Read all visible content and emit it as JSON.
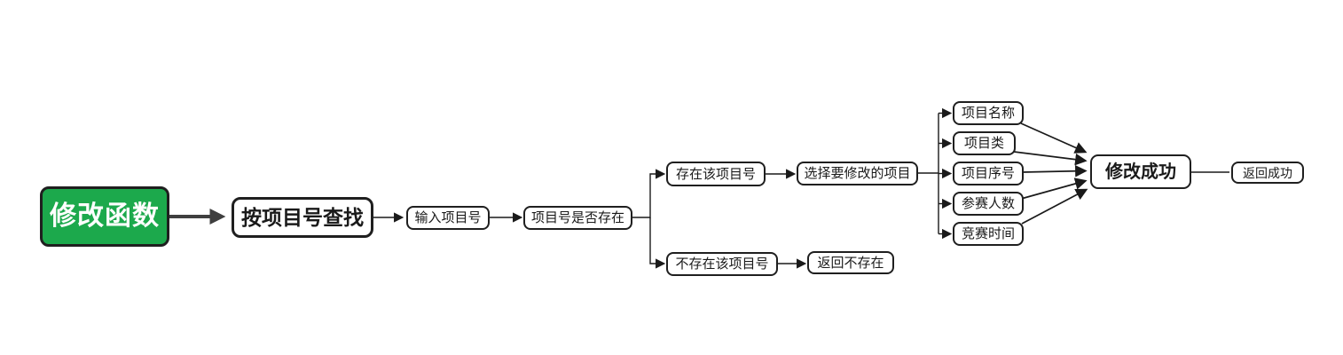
{
  "colors": {
    "canvas_bg": "#ffffff",
    "node_fill": "#ffffff",
    "node_border": "#1f1f1f",
    "text": "#1a1a1a",
    "start_fill": "#1ca94c",
    "start_text": "#ffffff",
    "edge": "#1a1a1a",
    "edge_thick": "#3f3f3f"
  },
  "nodes": {
    "modify_function": {
      "label": "修改函数"
    },
    "find_by_project_id": {
      "label": "按项目号查找"
    },
    "input_project_id": {
      "label": "输入项目号"
    },
    "project_id_exists_check": {
      "label": "项目号是否存在"
    },
    "project_id_exists": {
      "label": "存在该项目号"
    },
    "select_project_to_modify": {
      "label": "选择要修改的项目"
    },
    "project_id_not_exists": {
      "label": "不存在该项目号"
    },
    "return_not_exists": {
      "label": "返回不存在"
    },
    "project_name": {
      "label": "项目名称"
    },
    "project_category": {
      "label": "项目类"
    },
    "project_serial_number": {
      "label": "项目序号"
    },
    "participant_count": {
      "label": "参赛人数"
    },
    "competition_time": {
      "label": "竞赛时间"
    },
    "modify_success": {
      "label": "修改成功"
    },
    "return_success": {
      "label": "返回成功"
    }
  },
  "edges": [
    {
      "from": "modify_function",
      "to": "find_by_project_id",
      "arrow": true,
      "style": "thick"
    },
    {
      "from": "find_by_project_id",
      "to": "input_project_id",
      "arrow": true
    },
    {
      "from": "input_project_id",
      "to": "project_id_exists_check",
      "arrow": true
    },
    {
      "from": "project_id_exists_check",
      "to": "project_id_exists",
      "arrow": true
    },
    {
      "from": "project_id_exists_check",
      "to": "project_id_not_exists",
      "arrow": true
    },
    {
      "from": "project_id_exists",
      "to": "select_project_to_modify",
      "arrow": true
    },
    {
      "from": "project_id_not_exists",
      "to": "return_not_exists",
      "arrow": true
    },
    {
      "from": "select_project_to_modify",
      "to": "project_name",
      "arrow": true
    },
    {
      "from": "select_project_to_modify",
      "to": "project_category",
      "arrow": true
    },
    {
      "from": "select_project_to_modify",
      "to": "project_serial_number",
      "arrow": true
    },
    {
      "from": "select_project_to_modify",
      "to": "participant_count",
      "arrow": true
    },
    {
      "from": "select_project_to_modify",
      "to": "competition_time",
      "arrow": true
    },
    {
      "from": "project_name",
      "to": "modify_success",
      "arrow": true
    },
    {
      "from": "project_category",
      "to": "modify_success",
      "arrow": true
    },
    {
      "from": "project_serial_number",
      "to": "modify_success",
      "arrow": true
    },
    {
      "from": "participant_count",
      "to": "modify_success",
      "arrow": true
    },
    {
      "from": "competition_time",
      "to": "modify_success",
      "arrow": true
    },
    {
      "from": "modify_success",
      "to": "return_success",
      "arrow": false
    }
  ]
}
